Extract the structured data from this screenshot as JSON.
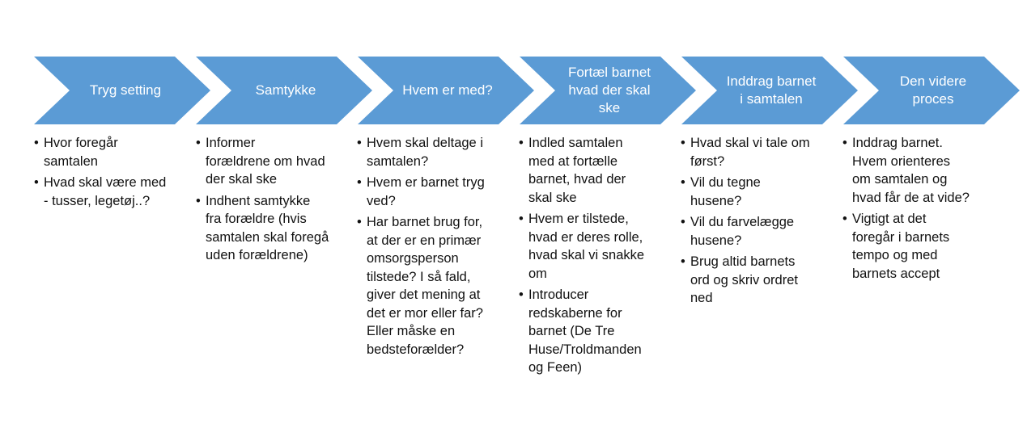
{
  "colors": {
    "chevron_fill": "#5b9bd5",
    "chevron_text": "#ffffff",
    "body_text": "#111111"
  },
  "steps": [
    {
      "title": "Tryg setting",
      "bullets": [
        "Hvor foregår\nsamtalen",
        "Hvad skal være med\n- tusser, legetøj..?"
      ]
    },
    {
      "title": "Samtykke",
      "bullets": [
        "Informer\nforældrene om hvad\nder skal ske",
        "Indhent samtykke\nfra forældre (hvis\nsamtalen skal foregå\nuden forældrene)"
      ]
    },
    {
      "title": "Hvem er med?",
      "bullets": [
        "Hvem skal deltage i\nsamtalen?",
        "Hvem er barnet tryg\nved?",
        "Har barnet brug for,\nat der er en primær\nomsorgsperson\ntilstede? I så fald,\ngiver det mening at\ndet er mor eller far?\nEller måske en\nbedsteforælder?"
      ]
    },
    {
      "title": "Fortæl barnet\nhvad der skal\nske",
      "bullets": [
        "Indled samtalen\nmed at fortælle\nbarnet, hvad der\nskal ske",
        "Hvem er tilstede,\nhvad er deres rolle,\nhvad skal vi snakke\nom",
        "Introducer\nredskaberne for\nbarnet (De Tre\nHuse/Troldmanden\nog Feen)"
      ]
    },
    {
      "title": "Inddrag barnet\ni samtalen",
      "bullets": [
        "Hvad skal vi tale om\nførst?",
        "Vil du tegne\nhusene?",
        "Vil du farvelægge\nhusene?",
        "Brug altid barnets\nord og skriv ordret\nned"
      ]
    },
    {
      "title": "Den videre\nproces",
      "bullets": [
        "Inddrag barnet.\nHvem orienteres\nom samtalen og\nhvad får de at vide?",
        "Vigtigt at det\nforegår i barnets\ntempo og med\nbarnets accept"
      ]
    }
  ]
}
